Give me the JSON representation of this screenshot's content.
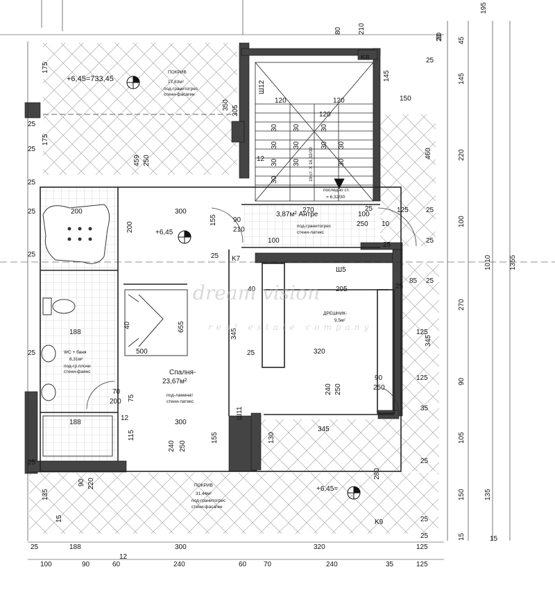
{
  "watermark": {
    "brand": "dream vision",
    "tagline": "real estate company"
  },
  "rooms": {
    "roof_top": {
      "name": "ПОКРИВ",
      "area": "17,83м²",
      "finish": "под-гранитогрес",
      "walls": "стени-фасаген",
      "elevation": "+6,45=733,45"
    },
    "antre": {
      "name": "3,87м² Антре",
      "finish": "под-гранитогрес",
      "walls": "стени-латекс"
    },
    "hall_elevation": "+6,45",
    "wc": {
      "name": "WC + баня",
      "area": "8,31м²",
      "finish": "под-гр.плочи",
      "walls": "стени-фаянс"
    },
    "wardrobe": {
      "name": "ДРЕШНИК-",
      "area": "9,5м²"
    },
    "bedroom": {
      "name": "Спалня-",
      "area": "23,67м²",
      "finish": "под-ламинат",
      "walls": "стени-латекс"
    },
    "roof_bottom": {
      "name": "ПОКРИВ",
      "area": "31,44м²",
      "finish": "под-гранитогрес",
      "walls": "стени-фасаген",
      "elevation": "+6,45="
    }
  },
  "stairs": {
    "label": "19 ст. Х 16,32/30",
    "last_step": "последно ст.",
    "last_step_size": "= 6,32/30"
  },
  "tags": [
    "K7",
    "K8",
    "K9",
    "Ш5",
    "Ш11",
    "Ш12"
  ],
  "dimensions": {
    "bottom_row1": [
      "25",
      "188",
      "300",
      "320",
      "125"
    ],
    "bottom_row2": [
      "100",
      "90",
      "60",
      "12",
      "240",
      "60",
      "70",
      "240",
      "35",
      "125"
    ],
    "right_col1": [
      "195",
      "45",
      "145",
      "220",
      "100",
      "270",
      "90",
      "105",
      "150",
      "15"
    ],
    "right_col2": [
      "20",
      "25",
      "25",
      "25",
      "25",
      "125",
      "125",
      "35",
      "25",
      "25",
      "25"
    ],
    "right_totals": [
      "1010",
      "1355"
    ],
    "top": [
      "80",
      "210",
      "20"
    ],
    "interior": [
      "175",
      "175",
      "25",
      "25",
      "350",
      "305",
      "459",
      "250",
      "120",
      "120",
      "120",
      "150",
      "145",
      "460",
      "12",
      "30",
      "30",
      "30",
      "30",
      "30",
      "30",
      "30",
      "30",
      "30",
      "30",
      "30",
      "200",
      "300",
      "200",
      "155",
      "90",
      "210",
      "270",
      "100",
      "250",
      "125",
      "10",
      "100",
      "25",
      "25",
      "40",
      "205",
      "85",
      "655",
      "345",
      "188",
      "40",
      "500",
      "320",
      "345",
      "90",
      "250",
      "70",
      "200",
      "75",
      "240",
      "250",
      "188",
      "300",
      "12",
      "115",
      "240",
      "250",
      "155",
      "345",
      "130",
      "280",
      "90",
      "220",
      "135",
      "15",
      "25",
      "25",
      "25",
      "25",
      "25",
      "25",
      "25",
      "15",
      "135",
      "25"
    ]
  }
}
